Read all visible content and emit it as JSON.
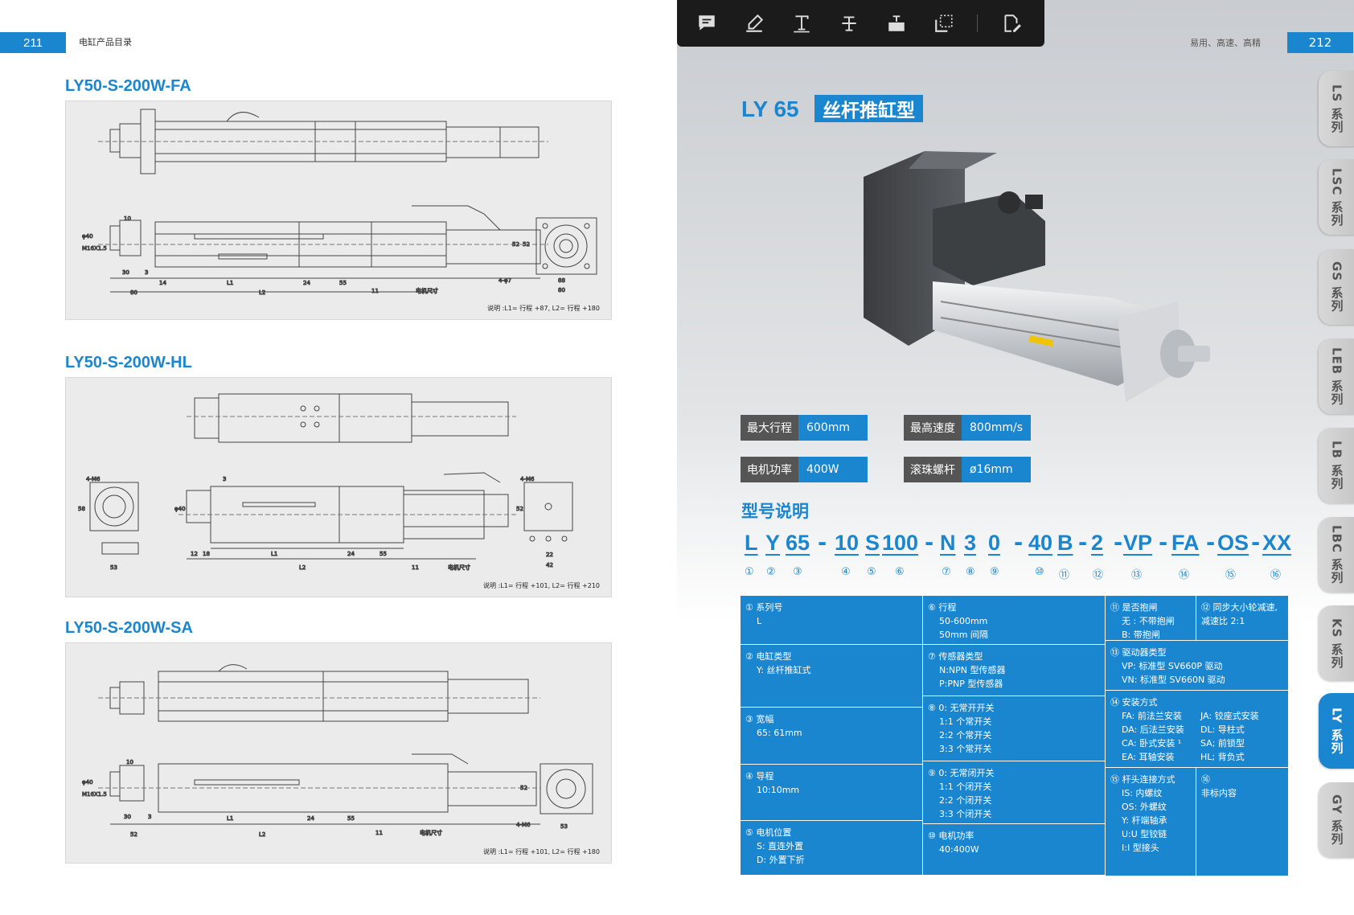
{
  "left_page": {
    "page_number": "211",
    "catalog_label": "电缸产品目录",
    "drawings": [
      {
        "title": "LY50-S-200W-FA",
        "note": "说明 :L1= 行程 +87, L2= 行程 +180",
        "dims": [
          "10",
          "φ40",
          "M16X1.5",
          "30",
          "3",
          "14",
          "L1",
          "24",
          "55",
          "11",
          "电机尺寸",
          "80",
          "L2",
          "88",
          "80",
          "4-φ7",
          "52",
          "52"
        ]
      },
      {
        "title": "LY50-S-200W-HL",
        "note": "说明 :L1= 行程 +101, L2= 行程 +210",
        "dims": [
          "4-M6",
          "3",
          "φ40",
          "58",
          "53",
          "12",
          "18",
          "L1",
          "24",
          "55",
          "11",
          "电机尺寸",
          "L2",
          "4-M6",
          "52",
          "22",
          "42"
        ]
      },
      {
        "title": "LY50-S-200W-SA",
        "note": "说明 :L1= 行程 +101, L2= 行程 +180",
        "dims": [
          "10",
          "φ40",
          "M16X1.5",
          "30",
          "3",
          "L1",
          "24",
          "55",
          "11",
          "电机尺寸",
          "52",
          "L2",
          "4-M6",
          "52",
          "53"
        ]
      }
    ]
  },
  "toolbar": {
    "tools": [
      "comment-icon",
      "highlight-pen-icon",
      "text-icon",
      "strikethrough-icon",
      "text-box-icon",
      "area-select-icon",
      "sign-icon"
    ]
  },
  "right_page": {
    "page_number": "212",
    "slogan": "易用、高速、高精",
    "product_model": "LY 65",
    "product_type": "丝杆推缸型",
    "specs": [
      {
        "key": "最大行程",
        "value": "600mm"
      },
      {
        "key": "最高速度",
        "value": "800mm/s"
      },
      {
        "key": "电机功率",
        "value": "400W"
      },
      {
        "key": "滚珠螺杆",
        "value": "ø16mm"
      }
    ],
    "model_title": "型号说明",
    "model_segments": [
      "L",
      "Y",
      "65",
      "10",
      "S",
      "100",
      "N",
      "3",
      "0",
      "40",
      "B",
      "2",
      "VP",
      "FA",
      "OS",
      "XX"
    ],
    "model_dash": "-",
    "model_circles": [
      "①",
      "②",
      "③",
      "④",
      "⑤",
      "⑥",
      "⑦",
      "⑧",
      "⑨",
      "⑩",
      "⑪",
      "⑫",
      "⑬",
      "⑭",
      "⑮",
      "⑯"
    ],
    "table": {
      "c1": {
        "h": "① 系列号",
        "l": [
          "L"
        ]
      },
      "c2": {
        "h": "② 电缸类型",
        "l": [
          "Y: 丝杆推缸式"
        ]
      },
      "c3": {
        "h": "③ 宽幅",
        "l": [
          "65:  61mm"
        ]
      },
      "c4": {
        "h": "④ 导程",
        "l": [
          "10:10mm"
        ]
      },
      "c5": {
        "h": "⑤ 电机位置",
        "l": [
          "S: 直连外置",
          "D: 外置下折"
        ]
      },
      "c6": {
        "h": "⑥ 行程",
        "l": [
          "50-600mm",
          "50mm 间隔"
        ]
      },
      "c7": {
        "h": "⑦ 传感器类型",
        "l": [
          "N:NPN 型传感器",
          "P:PNP 型传感器"
        ]
      },
      "c8": {
        "h": "⑧ 0: 无常开开关",
        "l": [
          "1:1 个常开关",
          "2:2 个常开关",
          "3:3 个常开关"
        ]
      },
      "c9": {
        "h": "⑨ 0: 无常闭开关",
        "l": [
          "1:1 个闭开关",
          "2:2 个闭开关",
          "3:3 个闭开关"
        ]
      },
      "c10": {
        "h": "⑩ 电机功率",
        "l": [
          "40:400W"
        ]
      },
      "c11": {
        "h": "⑪ 是否抱闸",
        "l": [
          "无 : 不带抱闸",
          "B: 带抱闸"
        ]
      },
      "c12": {
        "h": "⑫ 同步大小轮减速,",
        "l": [
          "减速比 2:1"
        ]
      },
      "c13": {
        "h": "⑬ 驱动器类型",
        "l": [
          "VP: 标准型 SV660P 驱动",
          "VN: 标准型 SV660N 驱动"
        ]
      },
      "c14": {
        "h": "⑭ 安装方式",
        "a": [
          "FA: 前法兰安装",
          "DA: 后法兰安装",
          "CA: 卧式安装 ¹",
          "EA: 耳轴安装"
        ],
        "b": [
          "JA: 铰座式安装",
          "DL: 导柱式",
          "SA; 前锁型",
          "HL; 背负式"
        ]
      },
      "c15": {
        "h": "⑮ 杆头连接方式",
        "l": [
          "IS: 内螺纹",
          "OS: 外螺纹",
          "Y: 杆端轴承",
          "U:U 型铰链",
          "I:I 型接头"
        ]
      },
      "c16": {
        "h": "⑯",
        "l": [
          "非标内容"
        ]
      }
    },
    "side_tabs": [
      "LS 系列",
      "LSC 系列",
      "GS 系列",
      "LEB 系列",
      "LB 系列",
      "LBC 系列",
      "KS 系列",
      "LY 系列",
      "GY 系列"
    ],
    "active_tab": "LY 系列"
  }
}
